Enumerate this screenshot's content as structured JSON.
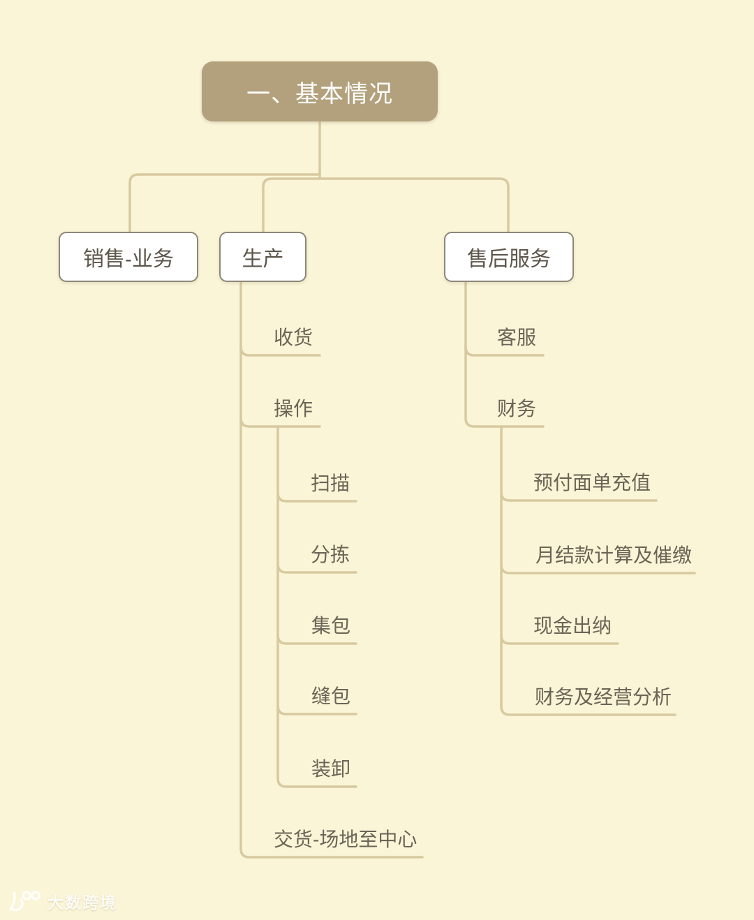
{
  "palette": {
    "background": "#faf5d7",
    "root_fill": "#b2a17c",
    "root_text": "#ffffff",
    "box_fill": "#ffffff",
    "box_border": "#8d8779",
    "connector_line": "#d8caa0",
    "label_text": "#6b6456"
  },
  "mindmap": {
    "root": {
      "label": "一、基本情况"
    },
    "branches": [
      {
        "label": "销售-业务",
        "children": []
      },
      {
        "label": "生产",
        "children": [
          {
            "label": "收货"
          },
          {
            "label": "操作",
            "children": [
              {
                "label": "扫描"
              },
              {
                "label": "分拣"
              },
              {
                "label": "集包"
              },
              {
                "label": "缝包"
              },
              {
                "label": "装卸"
              }
            ]
          },
          {
            "label": "交货-场地至中心"
          }
        ]
      },
      {
        "label": "售后服务",
        "children": [
          {
            "label": "客服"
          },
          {
            "label": "财务",
            "children": [
              {
                "label": "预付面单充值"
              },
              {
                "label": "月结款计算及催缴"
              },
              {
                "label": "现金出纳"
              },
              {
                "label": "财务及经营分析"
              }
            ]
          }
        ]
      }
    ]
  },
  "watermark": {
    "label": "大数跨境"
  }
}
